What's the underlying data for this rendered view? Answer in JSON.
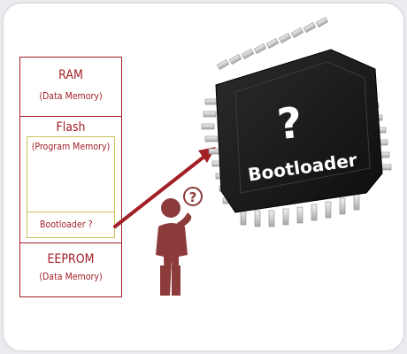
{
  "memory_map": {
    "ram": {
      "title": "RAM",
      "subtitle": "(Data Memory)"
    },
    "flash": {
      "title": "Flash",
      "subtitle": "(Program Memory)",
      "bootloader_label": "Bootloader ?"
    },
    "eeprom": {
      "title": "EEPROM",
      "subtitle": "(Data Memory)"
    }
  },
  "chip": {
    "question_mark": "?",
    "label": "Bootloader"
  },
  "person": {
    "thought_mark": "?"
  },
  "colors": {
    "accent": "#a31f26",
    "program_box_border": "#c8c25a",
    "person": "#8c3b3b",
    "chip_body": "#1c1c1c",
    "chip_pins": "#cfcfcf"
  }
}
